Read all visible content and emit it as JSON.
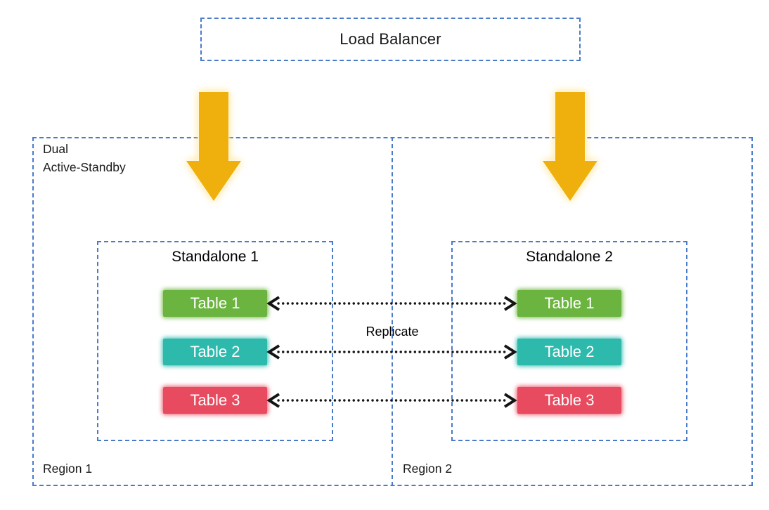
{
  "load_balancer": {
    "label": "Load Balancer"
  },
  "cluster": {
    "label_line1": "Dual",
    "label_line2": "Active-Standby"
  },
  "regions": [
    {
      "label": "Region 1"
    },
    {
      "label": "Region 2"
    }
  ],
  "standalones": [
    {
      "title": "Standalone 1"
    },
    {
      "title": "Standalone 2"
    }
  ],
  "tables": [
    "Table 1",
    "Table 2",
    "Table 3"
  ],
  "replicate_label": "Replicate",
  "icons": [
    "down-block-arrow-icon",
    "dotted-double-headed-arrow-icon"
  ],
  "colors": {
    "dashed_border": "#4a7bc9",
    "gold_arrow": "#efb00e",
    "dotted_arrow": "#141414",
    "table_green": "#6cb440",
    "table_teal": "#2eb9ad",
    "table_red": "#e84b5f",
    "table_text": "#ffffff",
    "text": "#1a1a1a",
    "background": "#ffffff"
  }
}
